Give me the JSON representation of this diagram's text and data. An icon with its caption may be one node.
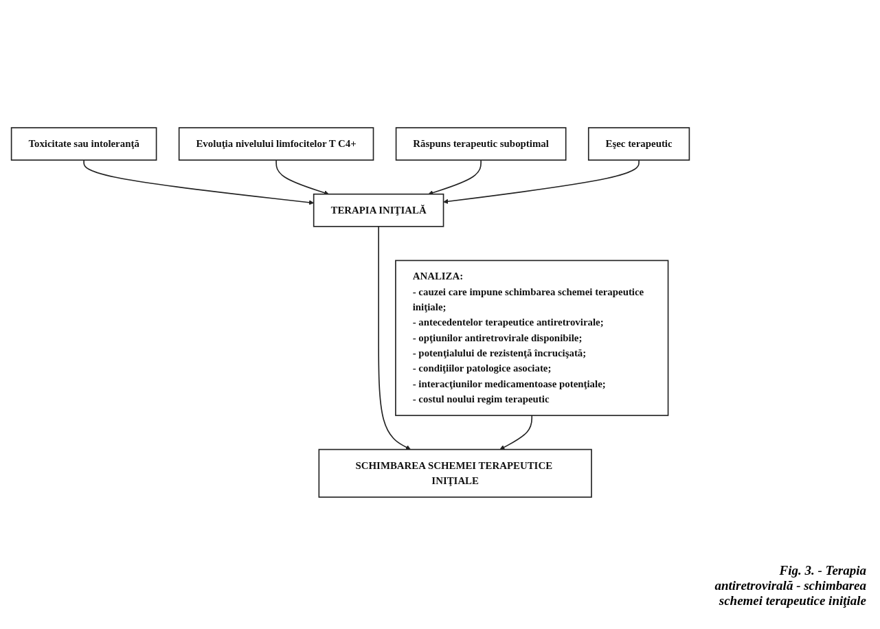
{
  "diagram": {
    "caption": "Fig. 3. - Terapia antiretrovirală - schimbarea schemei terapeutice iniţiale",
    "nodes": [
      {
        "text": [
          "Toxicitate sau intoleranţă"
        ]
      },
      {
        "text": [
          "Evoluţia nivelului limfocitelor T C4+"
        ]
      },
      {
        "text": [
          "TERAPIA INIŢIALĂ"
        ]
      },
      {
        "text": [
          "Răspuns terapeutic suboptimal"
        ]
      },
      {
        "text": [
          "Eşec terapeutic"
        ]
      },
      {
        "text": [
          "ANALIZA:",
          "- cauzei care impune schimbarea schemei terapeutice iniţiale;",
          "- antecedentelor terapeutice antiretrovirale;",
          "- opţiunilor antiretrovirale disponibile;",
          "- potenţialului de rezistenţă încrucişată;",
          "- condiţiilor patologice asociate;",
          "- interacţiunilor medicamentoase potenţiale;",
          "- costul noului regim terapeutic"
        ]
      },
      {
        "text": [
          "SCHIMBAREA SCHEMEI TERAPEUTICE INIŢIALE"
        ]
      }
    ],
    "edges": [
      {
        "from": 0,
        "to": 2,
        "arrow": "to"
      },
      {
        "from": 1,
        "to": 2,
        "arrow": "to"
      },
      {
        "from": 3,
        "to": 2,
        "arrow": "to"
      },
      {
        "from": 4,
        "to": 2,
        "arrow": "to"
      },
      {
        "from": 2,
        "to": 6,
        "arrow": "to"
      },
      {
        "from": 5,
        "to": 6,
        "arrow": "to"
      }
    ]
  }
}
